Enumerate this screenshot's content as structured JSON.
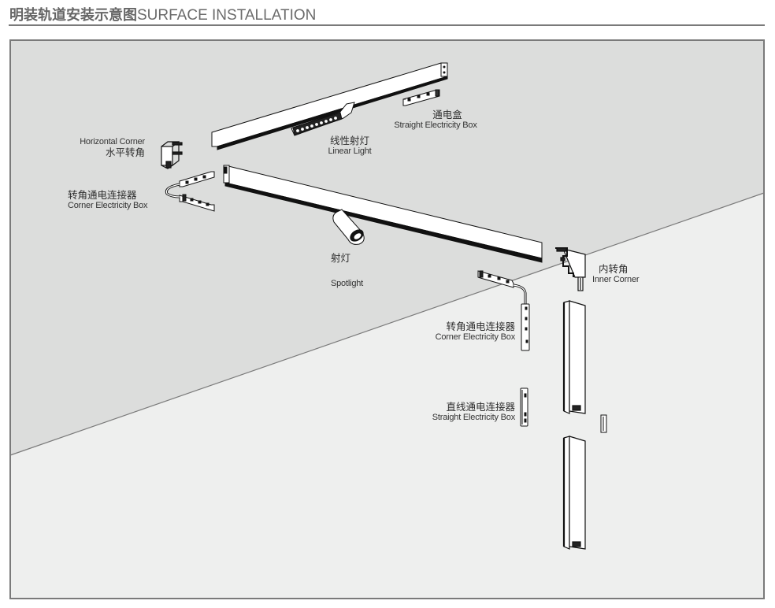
{
  "header": {
    "title_cn": "明装轨道安装示意图",
    "title_en": "SURFACE INSTALLATION"
  },
  "colors": {
    "ceiling": "#dcdddc",
    "wall": "#eeefee",
    "frame_border": "#7a7a7a",
    "line": "#1a1a1a"
  },
  "components": [
    {
      "id": "horizontal-corner",
      "cn": "水平转角",
      "en": "Horizontal Corner"
    },
    {
      "id": "corner-electricity-box-ceiling",
      "cn": "转角通电连接器",
      "en": "Corner Electricity Box"
    },
    {
      "id": "linear-light",
      "cn": "线性射灯",
      "en": "Linear Light"
    },
    {
      "id": "straight-electricity-box-top",
      "cn": "通电盒",
      "en": "Straight Electricity Box"
    },
    {
      "id": "spotlight",
      "cn": "射灯",
      "en": "Spotlight"
    },
    {
      "id": "inner-corner",
      "cn": "内转角",
      "en": "Inner Corner"
    },
    {
      "id": "corner-electricity-box-wall",
      "cn": "转角通电连接器",
      "en": "Corner Electricity Box"
    },
    {
      "id": "straight-electricity-box-wall",
      "cn": "直线通电连接器",
      "en": "Straight Electricity Box"
    }
  ]
}
